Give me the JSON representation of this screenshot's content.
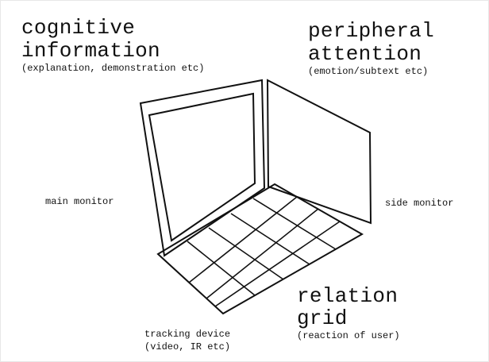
{
  "labels": {
    "cognitive_line1": "cognitive",
    "cognitive_line2": "information",
    "cognitive_sub": "(explanation, demonstration etc)",
    "peripheral_line1": "peripheral",
    "peripheral_line2": "attention",
    "peripheral_sub": "(emotion/subtext etc)",
    "main_monitor": "main monitor",
    "side_monitor": "side monitor",
    "relation_line1": "relation",
    "relation_line2": "grid",
    "relation_sub": "(reaction of user)",
    "tracking_line1": "tracking device",
    "tracking_line2": "(video, IR etc)"
  },
  "colors": {
    "ink": "#111111",
    "background": "#ffffff"
  }
}
